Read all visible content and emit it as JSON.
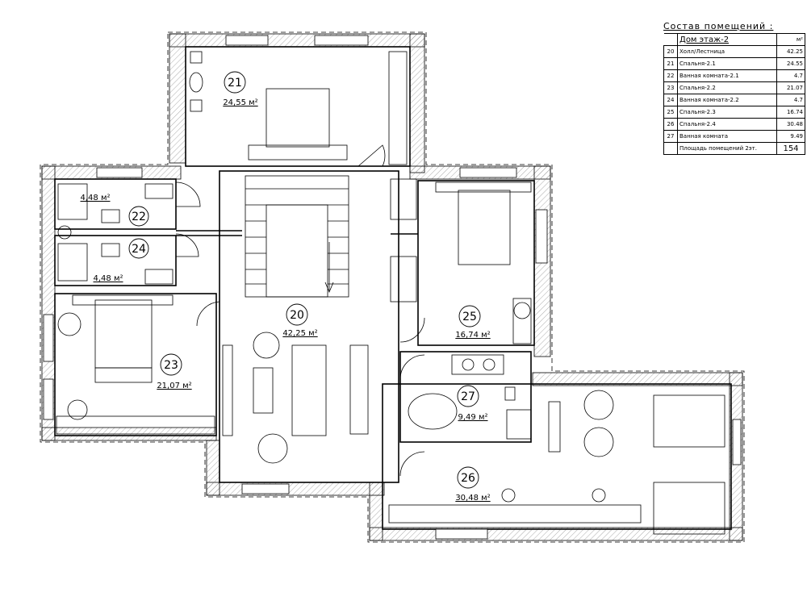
{
  "legend": {
    "title": "Состав помещений :",
    "header": {
      "name": "Дом этаж-2",
      "unit": "м²"
    },
    "rows": [
      {
        "no": "20",
        "name": "Холл/Лестница",
        "area": "42.25"
      },
      {
        "no": "21",
        "name": "Спальня-2.1",
        "area": "24.55"
      },
      {
        "no": "22",
        "name": "Ванная комната-2.1",
        "area": "4.7"
      },
      {
        "no": "23",
        "name": "Спальня-2.2",
        "area": "21.07"
      },
      {
        "no": "24",
        "name": "Ванная комната-2.2",
        "area": "4.7"
      },
      {
        "no": "25",
        "name": "Спальня-2.3",
        "area": "16.74"
      },
      {
        "no": "26",
        "name": "Спальня-2.4",
        "area": "30.48"
      },
      {
        "no": "27",
        "name": "Ванная комната",
        "area": "9.49"
      }
    ],
    "total": {
      "name": "Площадь помещений 2эт.",
      "area": "154"
    }
  },
  "rooms": {
    "r20": {
      "no": "20",
      "area": "42,25 м²"
    },
    "r21": {
      "no": "21",
      "area": "24,55 м²"
    },
    "r22": {
      "no": "22",
      "area": "4,48 м²"
    },
    "r23": {
      "no": "23",
      "area": "21,07 м²"
    },
    "r24": {
      "no": "24",
      "area": "4,48 м²"
    },
    "r25": {
      "no": "25",
      "area": "16,74 м²"
    },
    "r26": {
      "no": "26",
      "area": "30,48 м²"
    },
    "r27": {
      "no": "27",
      "area": "9,49 м²"
    }
  }
}
